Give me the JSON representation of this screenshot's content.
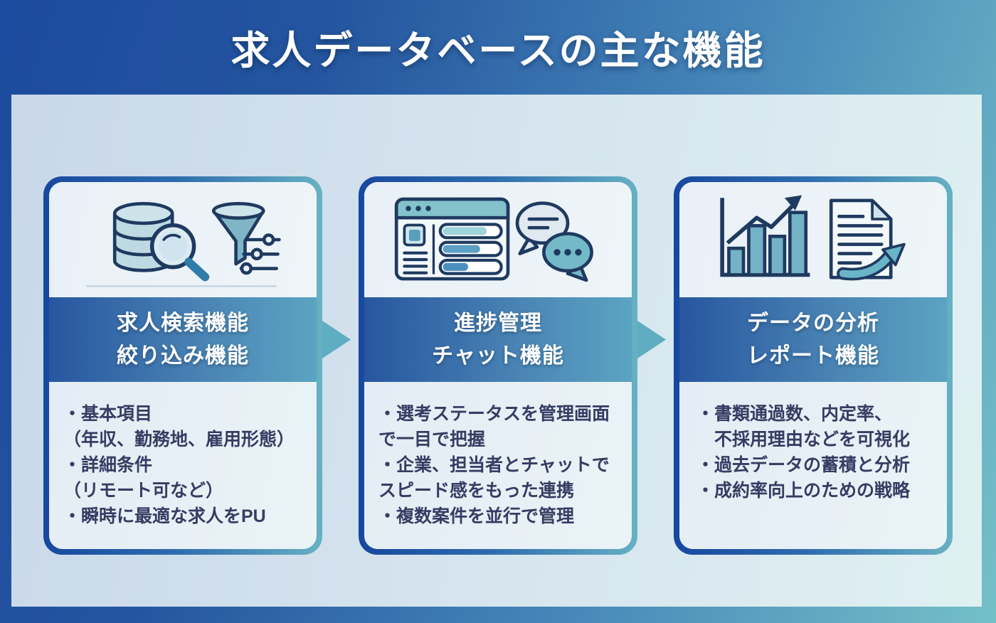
{
  "title": "求人データベースの主な機能",
  "colors": {
    "deep_blue": "#1c4b9f",
    "teal": "#5fadc0",
    "panel_light": "#d5e4ee",
    "band_start": "#27569f",
    "band_end": "#5ba4c2",
    "bullet_text": "#353d63",
    "icon_navy": "#1f3a60",
    "icon_teal": "#74b2c6"
  },
  "cards": [
    {
      "id": "search",
      "heading_lines": [
        "求人検索機能",
        "絞り込み機能"
      ],
      "bullets": [
        "・基本項目",
        "（年収、勤務地、雇用形態）",
        "・詳細条件",
        "（リモート可など）",
        "・瞬時に最適な求人をPU"
      ],
      "icons": [
        "database-search-icon",
        "filter-funnel-icon"
      ]
    },
    {
      "id": "progress-chat",
      "heading_lines": [
        "進捗管理",
        "チャット機能"
      ],
      "bullets": [
        "・選考ステータスを管理画面",
        "で一目で把握",
        "・企業、担当者とチャットで",
        "スピード感をもった連携",
        "・複数案件を並行で管理"
      ],
      "icons": [
        "progress-window-icon",
        "chat-bubbles-icon"
      ]
    },
    {
      "id": "analytics-report",
      "heading_lines": [
        "データの分析",
        "レポート機能"
      ],
      "bullets": [
        "・書類通過数、内定率、",
        "　不採用理由などを可視化",
        "・過去データの蓄積と分析",
        "・成約率向上のための戦略"
      ],
      "icons": [
        "bar-chart-growth-icon",
        "report-document-icon"
      ]
    }
  ]
}
